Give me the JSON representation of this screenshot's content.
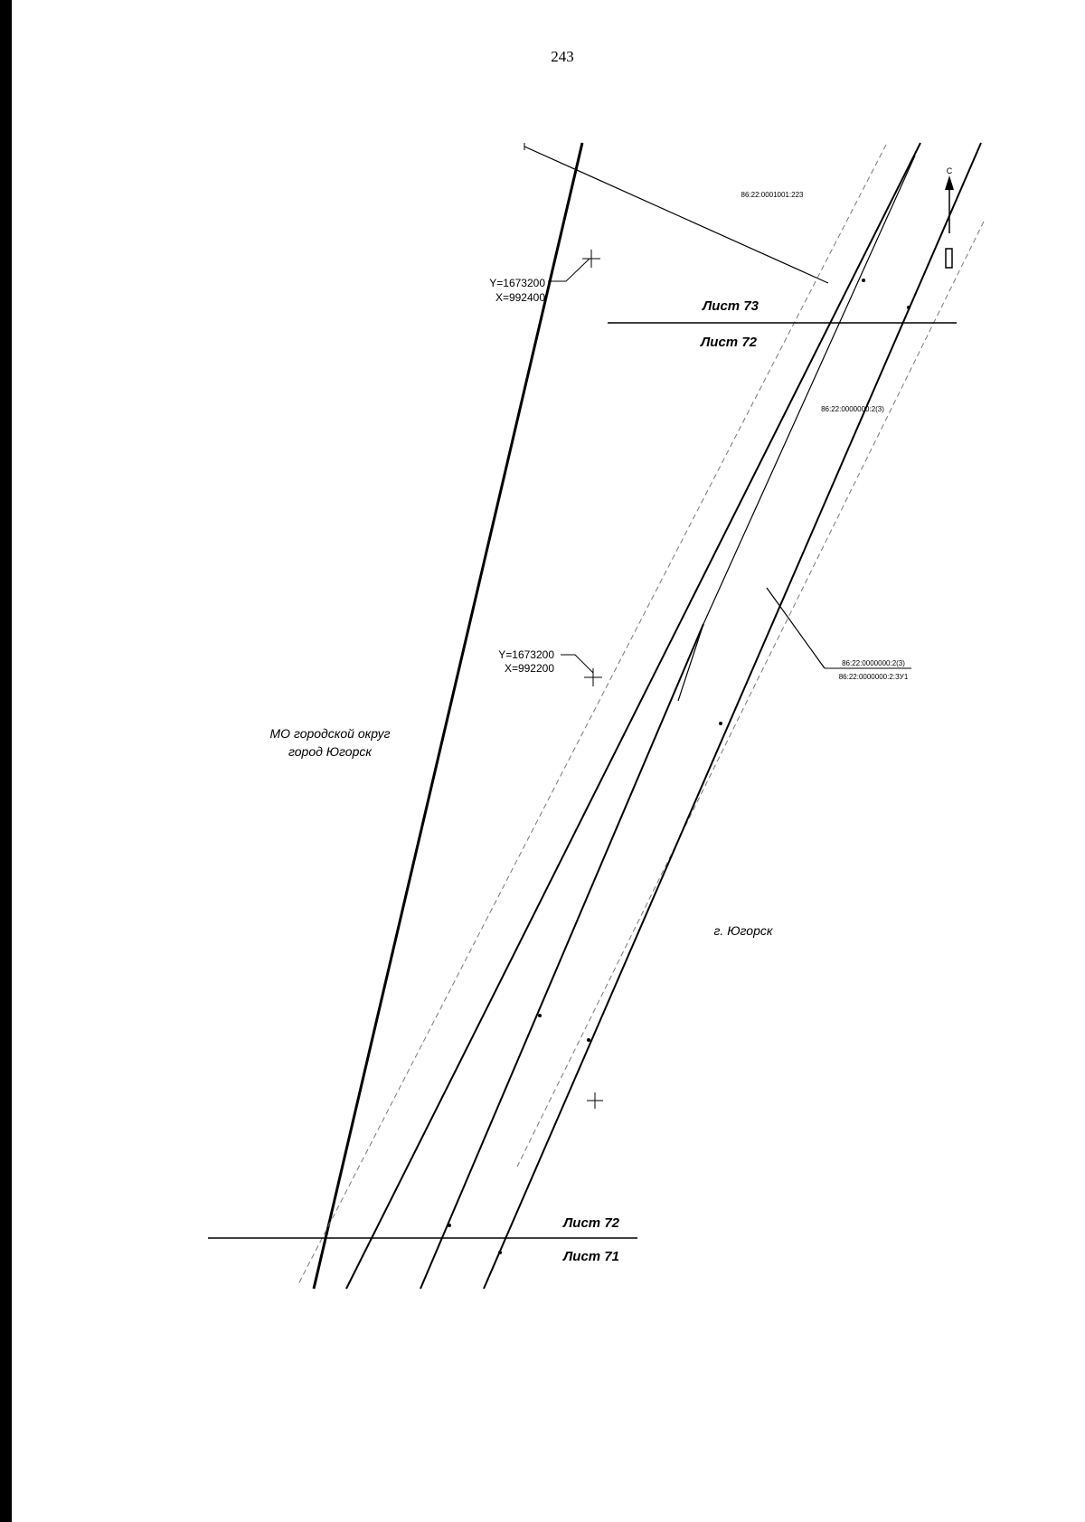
{
  "page_number": "243",
  "sheets": {
    "top_upper": "Лист 73",
    "top_lower": "Лист 72",
    "bottom_upper": "Лист 72",
    "bottom_lower": "Лист 71"
  },
  "coordinates": {
    "point1": {
      "y": "Y=1673200",
      "x": "X=992400"
    },
    "point2": {
      "y": "Y=1673200",
      "x": "X=992200"
    }
  },
  "parcels": {
    "p1": "86:22:0001001:223",
    "p2": "86:22:0000000:2(3)",
    "p3_top": "86:22:0000000:2(3)",
    "p3_bottom": "86:22:0000000:2:ЗУ1"
  },
  "regions": {
    "municipality_line1": "МО городской округ",
    "municipality_line2": "город Югорск",
    "city": "г. Югорск"
  },
  "north_label": "С"
}
